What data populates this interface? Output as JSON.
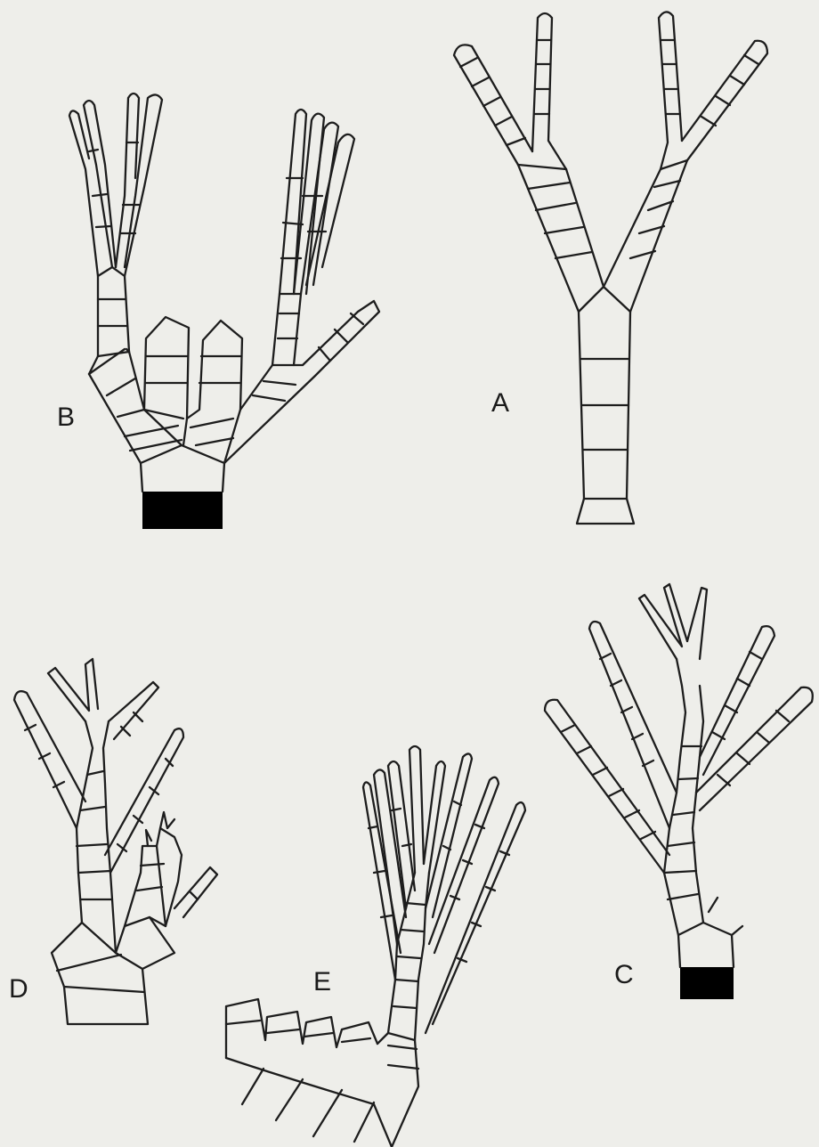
{
  "figure_labels": {
    "a": "A",
    "b": "B",
    "c": "C",
    "d": "D",
    "e": "E"
  },
  "colors": {
    "paper": "#eeeeea",
    "ink": "#1d1d1d"
  }
}
